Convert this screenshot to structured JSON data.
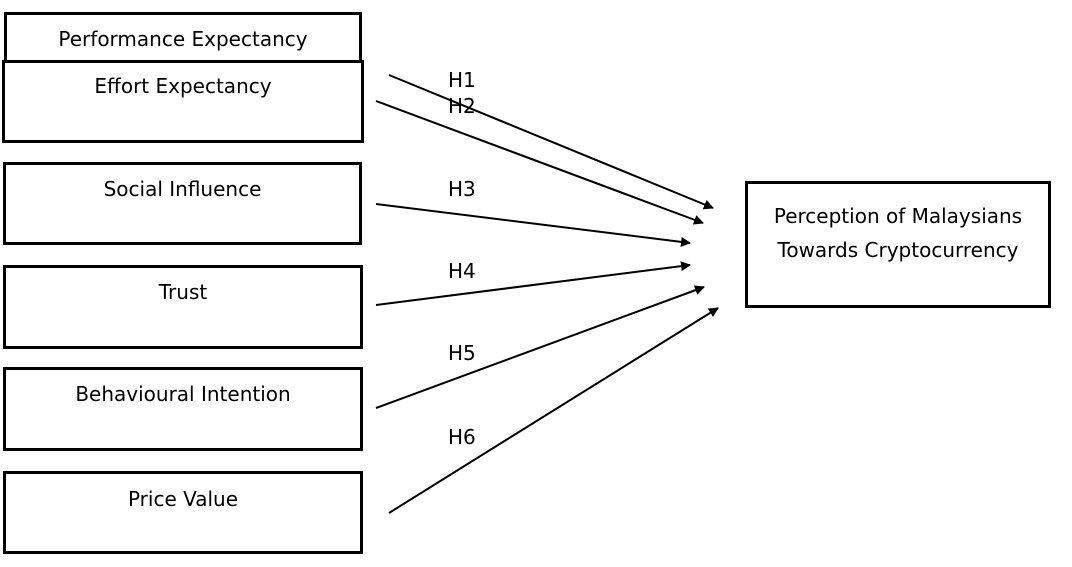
{
  "diagram": {
    "predictors": [
      {
        "label": "Performance Expectancy"
      },
      {
        "label": "Effort Expectancy"
      },
      {
        "label": "Social Influence"
      },
      {
        "label": "Trust"
      },
      {
        "label": "Behavioural Intention"
      },
      {
        "label": "Price Value"
      }
    ],
    "outcome": {
      "line1": "Perception of Malaysians",
      "line2": "Towards Cryptocurrency"
    },
    "hypotheses": [
      "H1",
      "H2",
      "H3",
      "H4",
      "H5",
      "H6"
    ],
    "line_color": "#000000"
  }
}
